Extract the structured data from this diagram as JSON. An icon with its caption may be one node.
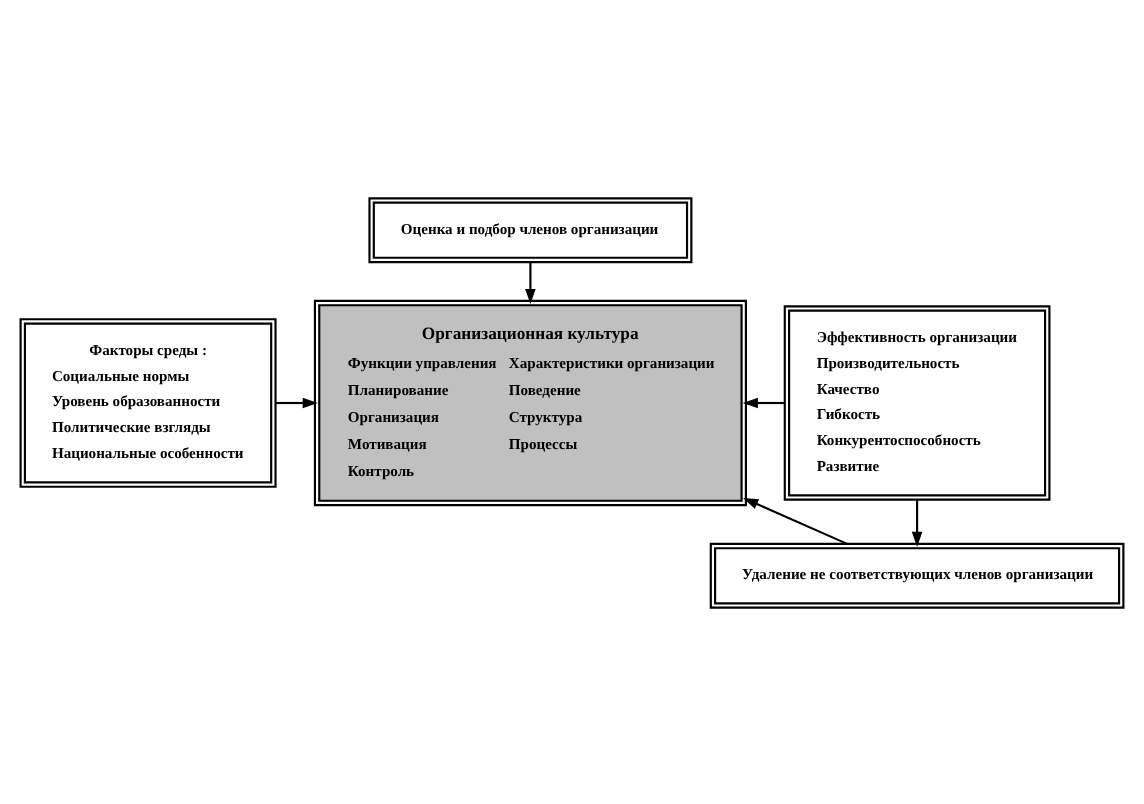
{
  "diagram": {
    "nodes": [
      {
        "text": [
          "Оценка и подбор членов организации"
        ]
      },
      {
        "text": [
          "Факторы среды :",
          "Социальные нормы",
          "Уровень образованности",
          "Политические взгляды",
          "Национальные особенности"
        ]
      },
      {
        "text": [
          "Организационная культура",
          "Функции управления",
          "Характеристики организации",
          "Планирование",
          "Поведение",
          "Организация",
          "Структура",
          "Мотивация",
          "Процессы",
          "Контроль"
        ]
      },
      {
        "text": [
          "Эффективность организации",
          "Производительность",
          "Качество",
          "Гибкость",
          "Конкурентоспособность",
          "Развитие"
        ]
      },
      {
        "text": [
          "Удаление не соответствующих членов организации"
        ]
      }
    ],
    "edges": [
      {
        "from": 0,
        "to": 2,
        "arrow": "to"
      },
      {
        "from": 1,
        "to": 2,
        "arrow": "to"
      },
      {
        "from": 3,
        "to": 2,
        "arrow": "to"
      },
      {
        "from": 3,
        "to": 4,
        "arrow": "to"
      },
      {
        "from": 4,
        "to": 2,
        "arrow": "to"
      }
    ]
  }
}
